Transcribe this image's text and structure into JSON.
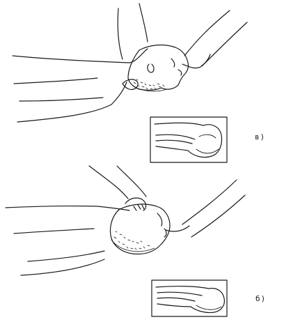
{
  "figure": {
    "panels": [
      {
        "id": "a",
        "label": "в)"
      },
      {
        "id": "b",
        "label": "б)"
      }
    ],
    "ink_color": "#1a1a1a",
    "paper_color": "#ffffff"
  }
}
